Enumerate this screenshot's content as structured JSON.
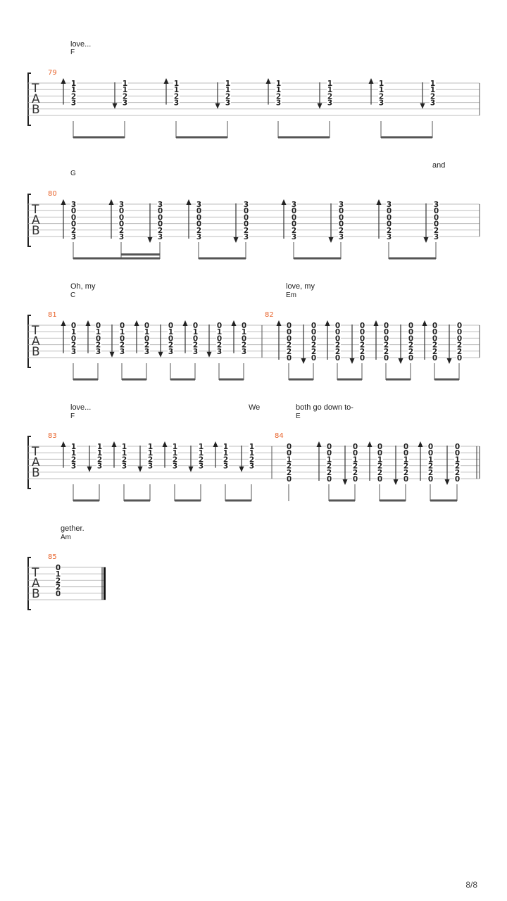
{
  "page_number": "8/8",
  "accent_color": "#e8632b",
  "systems": [
    {
      "strings": 6,
      "bars": [
        {
          "number": "79",
          "beats": [
            {
              "stroke": "up",
              "frets": [
                "1",
                "1",
                "2",
                "3"
              ]
            },
            {
              "stroke": "down",
              "frets": [
                "1",
                "1",
                "2",
                "3"
              ]
            },
            {
              "stroke": "up",
              "frets": [
                "1",
                "1",
                "2",
                "3"
              ]
            },
            {
              "stroke": "down",
              "frets": [
                "1",
                "1",
                "2",
                "3"
              ]
            },
            {
              "stroke": "up",
              "frets": [
                "1",
                "1",
                "2",
                "3"
              ]
            },
            {
              "stroke": "down",
              "frets": [
                "1",
                "1",
                "2",
                "3"
              ]
            },
            {
              "stroke": "up",
              "frets": [
                "1",
                "1",
                "2",
                "3"
              ]
            },
            {
              "stroke": "down",
              "frets": [
                "1",
                "1",
                "2",
                "3"
              ]
            }
          ]
        }
      ],
      "lyrics": [
        {
          "text": "love...",
          "chord": "F"
        }
      ]
    },
    {
      "strings": 6,
      "bars": [
        {
          "number": "80",
          "beats": [
            {
              "stroke": "up",
              "frets": [
                "3",
                "0",
                "0",
                "0",
                "2",
                "3"
              ]
            },
            {
              "stroke": "up",
              "frets": [
                "3",
                "0",
                "0",
                "0",
                "2",
                "3"
              ]
            },
            {
              "stroke": "down",
              "frets": [
                "3",
                "0",
                "0",
                "0",
                "2",
                "3"
              ]
            },
            {
              "stroke": "up",
              "frets": [
                "3",
                "0",
                "0",
                "0",
                "2",
                "3"
              ]
            },
            {
              "stroke": "down",
              "frets": [
                "3",
                "0",
                "0",
                "0",
                "2",
                "3"
              ]
            },
            {
              "stroke": "up",
              "frets": [
                "3",
                "0",
                "0",
                "0",
                "2",
                "3"
              ]
            },
            {
              "stroke": "down",
              "frets": [
                "3",
                "0",
                "0",
                "0",
                "2",
                "3"
              ]
            },
            {
              "stroke": "up",
              "frets": [
                "3",
                "0",
                "0",
                "0",
                "2",
                "3"
              ]
            },
            {
              "stroke": "down",
              "frets": [
                "3",
                "0",
                "0",
                "0",
                "2",
                "3"
              ]
            }
          ]
        }
      ],
      "lyrics": [
        {
          "text": "",
          "chord": "G"
        },
        {
          "text": "and",
          "chord": ""
        }
      ]
    },
    {
      "strings": 6,
      "bars": [
        {
          "number": "81",
          "beats": [
            {
              "stroke": "up",
              "frets": [
                "0",
                "1",
                "0",
                "2",
                "3"
              ]
            },
            {
              "stroke": "up",
              "frets": [
                "0",
                "1",
                "0",
                "2",
                "3"
              ]
            },
            {
              "stroke": "down",
              "frets": [
                "0",
                "1",
                "0",
                "2",
                "3"
              ]
            },
            {
              "stroke": "up",
              "frets": [
                "0",
                "1",
                "0",
                "2",
                "3"
              ]
            },
            {
              "stroke": "down",
              "frets": [
                "0",
                "1",
                "0",
                "2",
                "3"
              ]
            },
            {
              "stroke": "up",
              "frets": [
                "0",
                "1",
                "0",
                "2",
                "3"
              ]
            },
            {
              "stroke": "down",
              "frets": [
                "0",
                "1",
                "0",
                "2",
                "3"
              ]
            },
            {
              "stroke": "up",
              "frets": [
                "0",
                "1",
                "0",
                "2",
                "3"
              ]
            }
          ]
        },
        {
          "number": "82",
          "beats": [
            {
              "stroke": "up",
              "frets": [
                "0",
                "0",
                "0",
                "2",
                "2",
                "0"
              ]
            },
            {
              "stroke": "down",
              "frets": [
                "0",
                "0",
                "0",
                "2",
                "2",
                "0"
              ]
            },
            {
              "stroke": "up",
              "frets": [
                "0",
                "0",
                "0",
                "2",
                "2",
                "0"
              ]
            },
            {
              "stroke": "down",
              "frets": [
                "0",
                "0",
                "0",
                "2",
                "2",
                "0"
              ]
            },
            {
              "stroke": "up",
              "frets": [
                "0",
                "0",
                "0",
                "2",
                "2",
                "0"
              ]
            },
            {
              "stroke": "down",
              "frets": [
                "0",
                "0",
                "0",
                "2",
                "2",
                "0"
              ]
            },
            {
              "stroke": "up",
              "frets": [
                "0",
                "0",
                "0",
                "2",
                "2",
                "0"
              ]
            },
            {
              "stroke": "down",
              "frets": [
                "0",
                "0",
                "0",
                "2",
                "2",
                "0"
              ]
            }
          ]
        }
      ],
      "lyrics": [
        {
          "text": "Oh, my",
          "chord": "C"
        },
        {
          "text": "love, my",
          "chord": "Em"
        }
      ]
    },
    {
      "strings": 6,
      "bars": [
        {
          "number": "83",
          "beats": [
            {
              "stroke": "up",
              "frets": [
                "1",
                "1",
                "2",
                "3"
              ]
            },
            {
              "stroke": "down",
              "frets": [
                "1",
                "1",
                "2",
                "3"
              ]
            },
            {
              "stroke": "up",
              "frets": [
                "1",
                "1",
                "2",
                "3"
              ]
            },
            {
              "stroke": "down",
              "frets": [
                "1",
                "1",
                "2",
                "3"
              ]
            },
            {
              "stroke": "up",
              "frets": [
                "1",
                "1",
                "2",
                "3"
              ]
            },
            {
              "stroke": "down",
              "frets": [
                "1",
                "1",
                "2",
                "3"
              ]
            },
            {
              "stroke": "up",
              "frets": [
                "1",
                "1",
                "2",
                "3"
              ]
            },
            {
              "stroke": "down",
              "frets": [
                "1",
                "1",
                "2",
                "3"
              ]
            }
          ]
        },
        {
          "number": "84",
          "beats": [
            {
              "stroke": "",
              "frets": [
                "0",
                "0",
                "1",
                "2",
                "2",
                "0"
              ]
            },
            {
              "stroke": "up",
              "frets": [
                "0",
                "0",
                "1",
                "2",
                "2",
                "0"
              ]
            },
            {
              "stroke": "down",
              "frets": [
                "0",
                "0",
                "1",
                "2",
                "2",
                "0"
              ]
            },
            {
              "stroke": "up",
              "frets": [
                "0",
                "0",
                "1",
                "2",
                "2",
                "0"
              ]
            },
            {
              "stroke": "down",
              "frets": [
                "0",
                "0",
                "1",
                "2",
                "2",
                "0"
              ]
            },
            {
              "stroke": "up",
              "frets": [
                "0",
                "0",
                "1",
                "2",
                "2",
                "0"
              ]
            },
            {
              "stroke": "down",
              "frets": [
                "0",
                "0",
                "1",
                "2",
                "2",
                "0"
              ]
            }
          ]
        }
      ],
      "lyrics": [
        {
          "text": "love...",
          "chord": "F"
        },
        {
          "text": "We",
          "chord": ""
        },
        {
          "text": "both go down to-",
          "chord": "E"
        }
      ]
    },
    {
      "strings": 6,
      "bars": [
        {
          "number": "85",
          "beats": [
            {
              "stroke": "",
              "frets": [
                "0",
                "1",
                "2",
                "2",
                "0"
              ]
            }
          ]
        }
      ],
      "lyrics": [
        {
          "text": "gether.",
          "chord": "Am"
        }
      ]
    }
  ]
}
